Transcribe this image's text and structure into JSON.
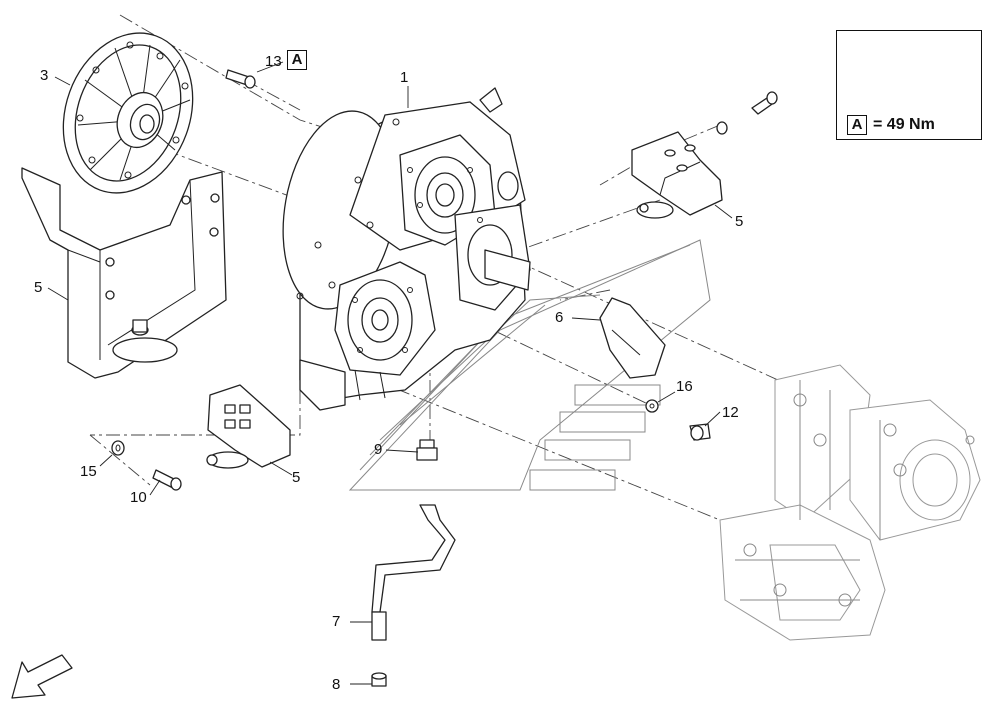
{
  "callouts": {
    "c1": "1",
    "c3": "3",
    "c5_left": "5",
    "c5_right": "5",
    "c5_bottom": "5",
    "c6": "6",
    "c7": "7",
    "c8": "8",
    "c9": "9",
    "c10": "10",
    "c12": "12",
    "c13": "13",
    "c15": "15",
    "c16": "16"
  },
  "torque_ref": {
    "marker": "A",
    "value": "= 49 Nm"
  },
  "bolt13_marker": "A",
  "colors": {
    "line": "#222222",
    "ghost": "#9a9a9a",
    "fill": "#ffffff"
  },
  "icons": [
    "wrench-icon",
    "hand-icon",
    "direction-arrow-icon"
  ]
}
